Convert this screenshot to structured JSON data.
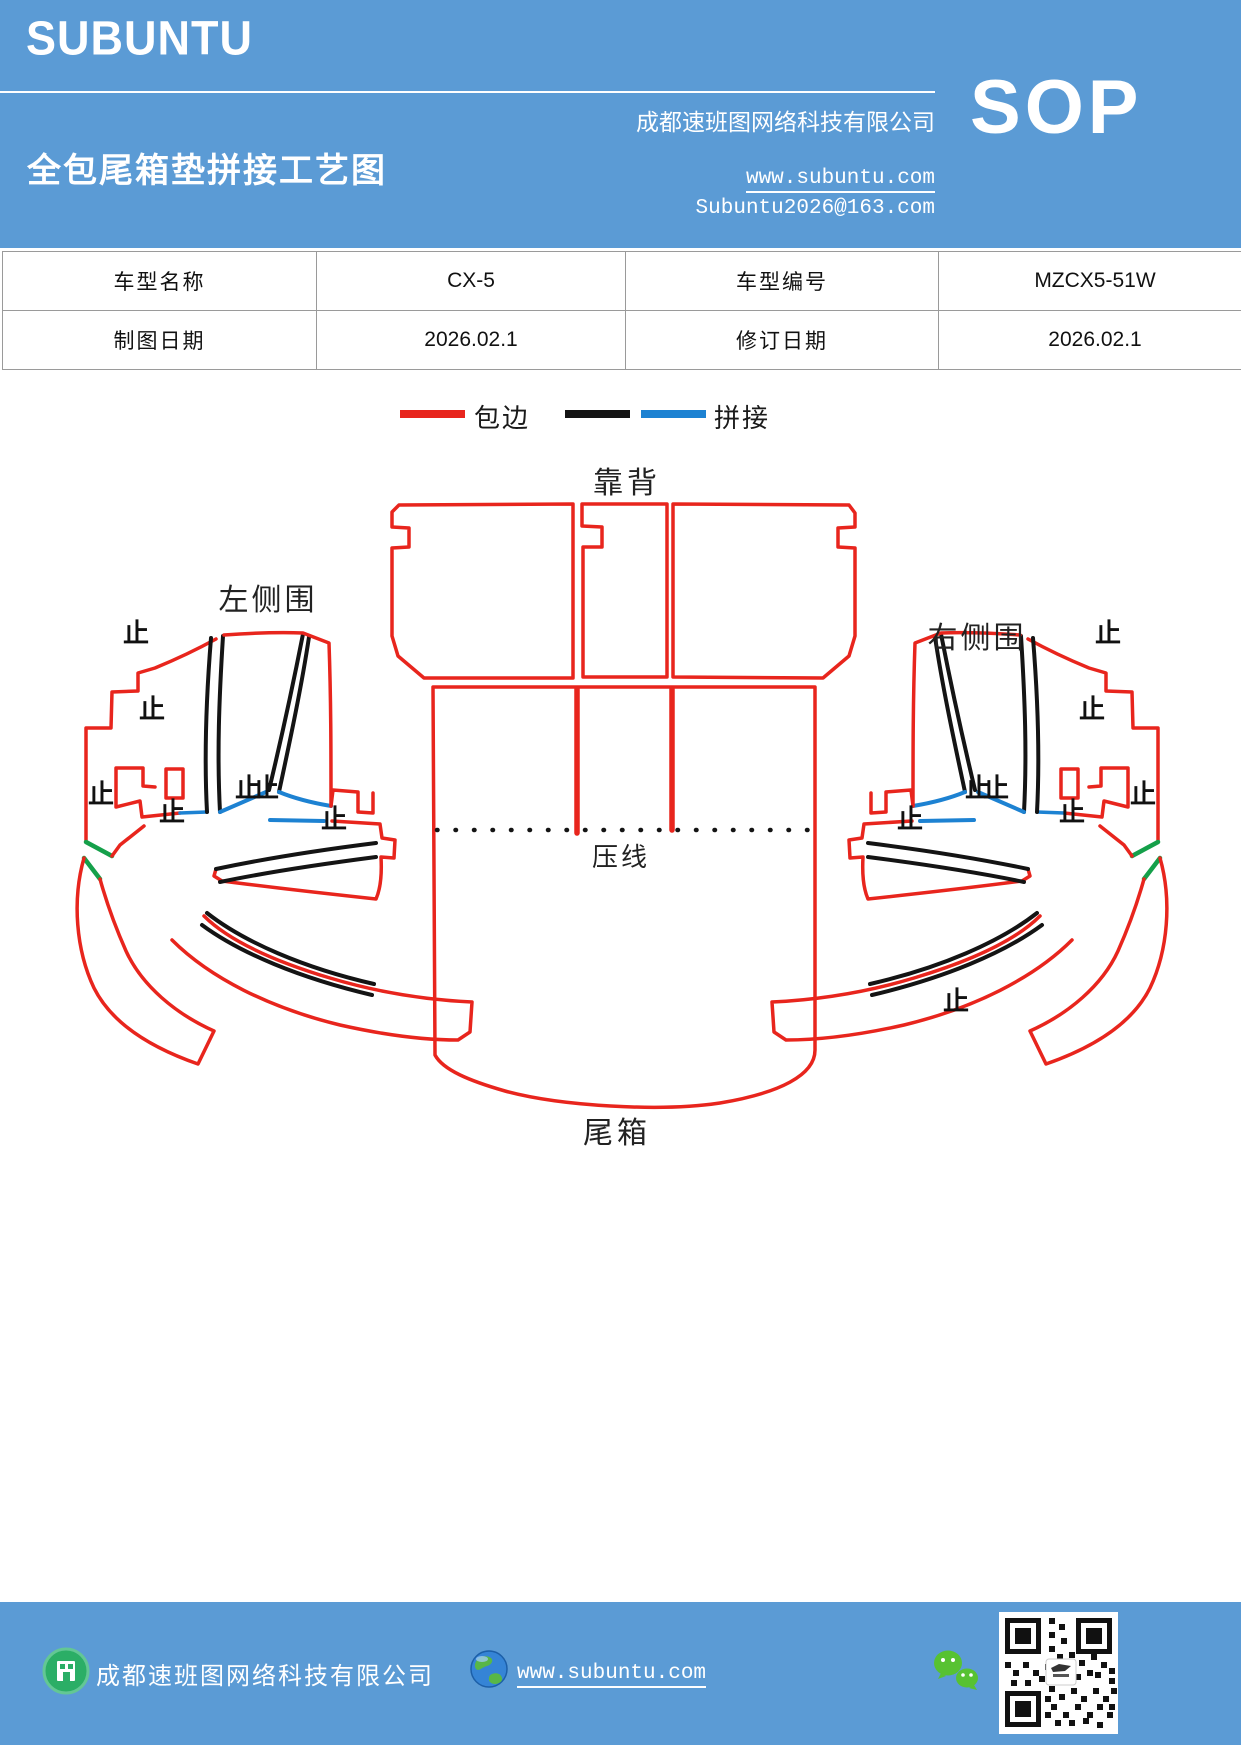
{
  "header": {
    "brand": "SUBUNTU",
    "company": "成都速班图网络科技有限公司",
    "title": "全包尾箱垫拼接工艺图",
    "badge": "SOP",
    "website": "www.subuntu.com",
    "email": "Subuntu2026@163.com",
    "bg_color": "#5b9bd5"
  },
  "info_table": {
    "rows": [
      [
        "车型名称",
        "CX-5",
        "车型编号",
        "MZCX5-51W"
      ],
      [
        "制图日期",
        "2026.02.1",
        "修订日期",
        "2026.02.1"
      ]
    ]
  },
  "legend": {
    "items": [
      {
        "label": "包边",
        "colors": [
          "#e8251d"
        ]
      },
      {
        "label": "拼接",
        "colors": [
          "#141414",
          "#1d82d2"
        ]
      }
    ]
  },
  "diagram": {
    "labels": {
      "backrest": "靠背",
      "left_side": "左侧围",
      "right_side": "右侧围",
      "trunk": "尾箱",
      "press_line": "压线",
      "stop_mark": "止"
    },
    "colors": {
      "edge": "#e8251d",
      "seam": "#141414",
      "join": "#1d82d2",
      "accent_green": "#15a04a"
    }
  },
  "footer": {
    "company": "成都速班图网络科技有限公司",
    "website": "www.subuntu.com",
    "bg_color": "#5b9bd5"
  }
}
